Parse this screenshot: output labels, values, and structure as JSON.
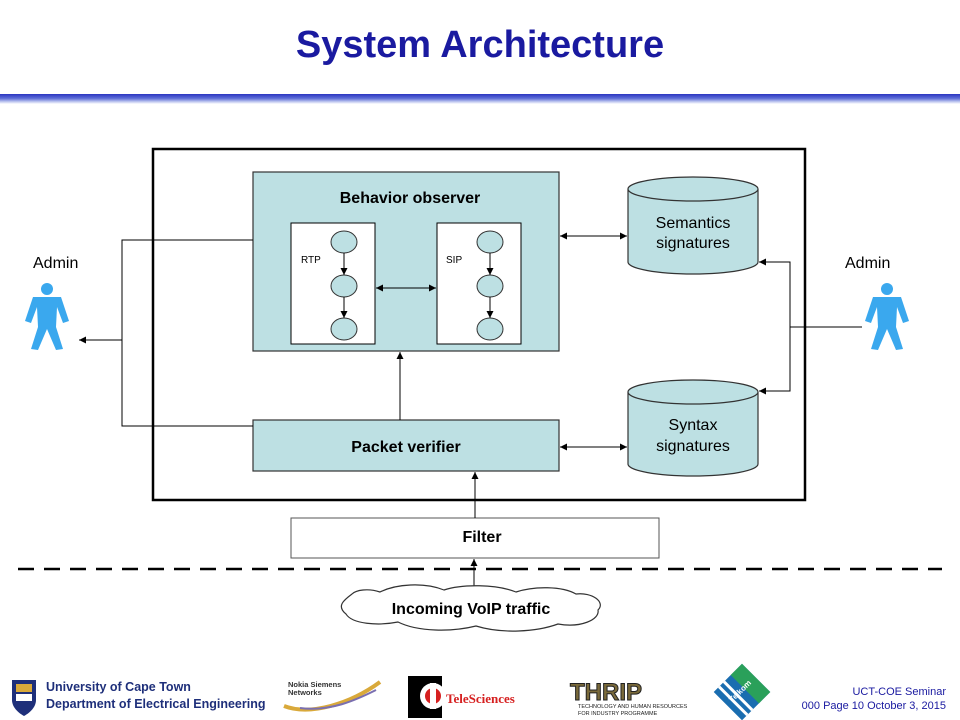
{
  "slide": {
    "title": "System Architecture"
  },
  "diagram": {
    "behavior_observer": "Behavior observer",
    "rtp": "RTP",
    "sip": "SIP",
    "packet_verifier": "Packet verifier",
    "semantics_signatures": [
      "Semantics",
      "signatures"
    ],
    "syntax_signatures": [
      "Syntax",
      "signatures"
    ],
    "filter": "Filter",
    "incoming_traffic": "Incoming VoIP traffic",
    "admin_left": "Admin",
    "admin_right": "Admin"
  },
  "footer": {
    "university_line1": "University of Cape Town",
    "university_line2": "Department of Electrical Engineering",
    "nokia_line1": "Nokia Siemens",
    "nokia_line2": "Networks",
    "telesciences": "TeleSciences",
    "thrip": "THRIP",
    "thrip_line1": "TECHNOLOGY AND HUMAN RESOURCES",
    "thrip_line2": "FOR INDUSTRY PROGRAMME",
    "telkom": "Telkom",
    "seminar_line1": "UCT-COE  Seminar",
    "seminar_line2": "000 Page 10 October 3, 2015"
  },
  "colors": {
    "title": "#1a1aa0",
    "box_fill": "#bde0e3",
    "admin_figure": "#3aa8ee"
  }
}
